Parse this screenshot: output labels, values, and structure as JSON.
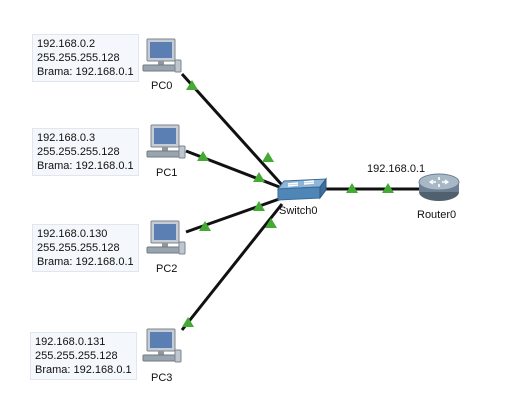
{
  "pcs": [
    {
      "name": "PC0",
      "ip": "192.168.0.2",
      "mask": "255.255.255.128",
      "gateway": "Brama: 192.168.0.1"
    },
    {
      "name": "PC1",
      "ip": "192.168.0.3",
      "mask": "255.255.255.128",
      "gateway": "Brama: 192.168.0.1"
    },
    {
      "name": "PC2",
      "ip": "192.168.0.130",
      "mask": "255.255.255.128",
      "gateway": "Brama: 192.168.0.1"
    },
    {
      "name": "PC3",
      "ip": "192.168.0.131",
      "mask": "255.255.255.128",
      "gateway": "Brama: 192.168.0.1"
    }
  ],
  "switch": {
    "name": "Switch0"
  },
  "router": {
    "name": "Router0",
    "ip": "192.168.0.1"
  },
  "colors": {
    "link": "#111111",
    "link_status": "#44aa33",
    "switch_body": "#4f86b8",
    "router_body": "#6d7f93"
  }
}
